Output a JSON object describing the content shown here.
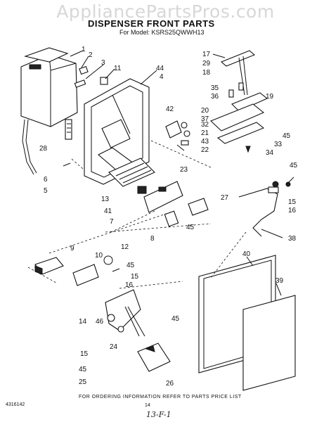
{
  "watermark": "AppliancePartsPros.com",
  "title": "DISPENSER FRONT PARTS",
  "model": "For Model: KSRS25QWWH13",
  "footer": "FOR ORDERING INFORMATION REFER TO PARTS PRICE LIST",
  "doc_number": "4316142",
  "page_number": "14",
  "handwritten_mark": "13-F-1",
  "callouts": [
    "1",
    "2",
    "3",
    "11",
    "44",
    "4",
    "17",
    "29",
    "18",
    "35",
    "36",
    "19",
    "42",
    "20",
    "37",
    "21",
    "32",
    "43",
    "22",
    "45",
    "33",
    "34",
    "28",
    "6",
    "5",
    "23",
    "13",
    "41",
    "27",
    "7",
    "8",
    "45",
    "45",
    "15",
    "16",
    "38",
    "9",
    "10",
    "12",
    "45",
    "40",
    "39",
    "15",
    "16",
    "45",
    "14",
    "46",
    "24",
    "15",
    "45",
    "25",
    "26"
  ]
}
